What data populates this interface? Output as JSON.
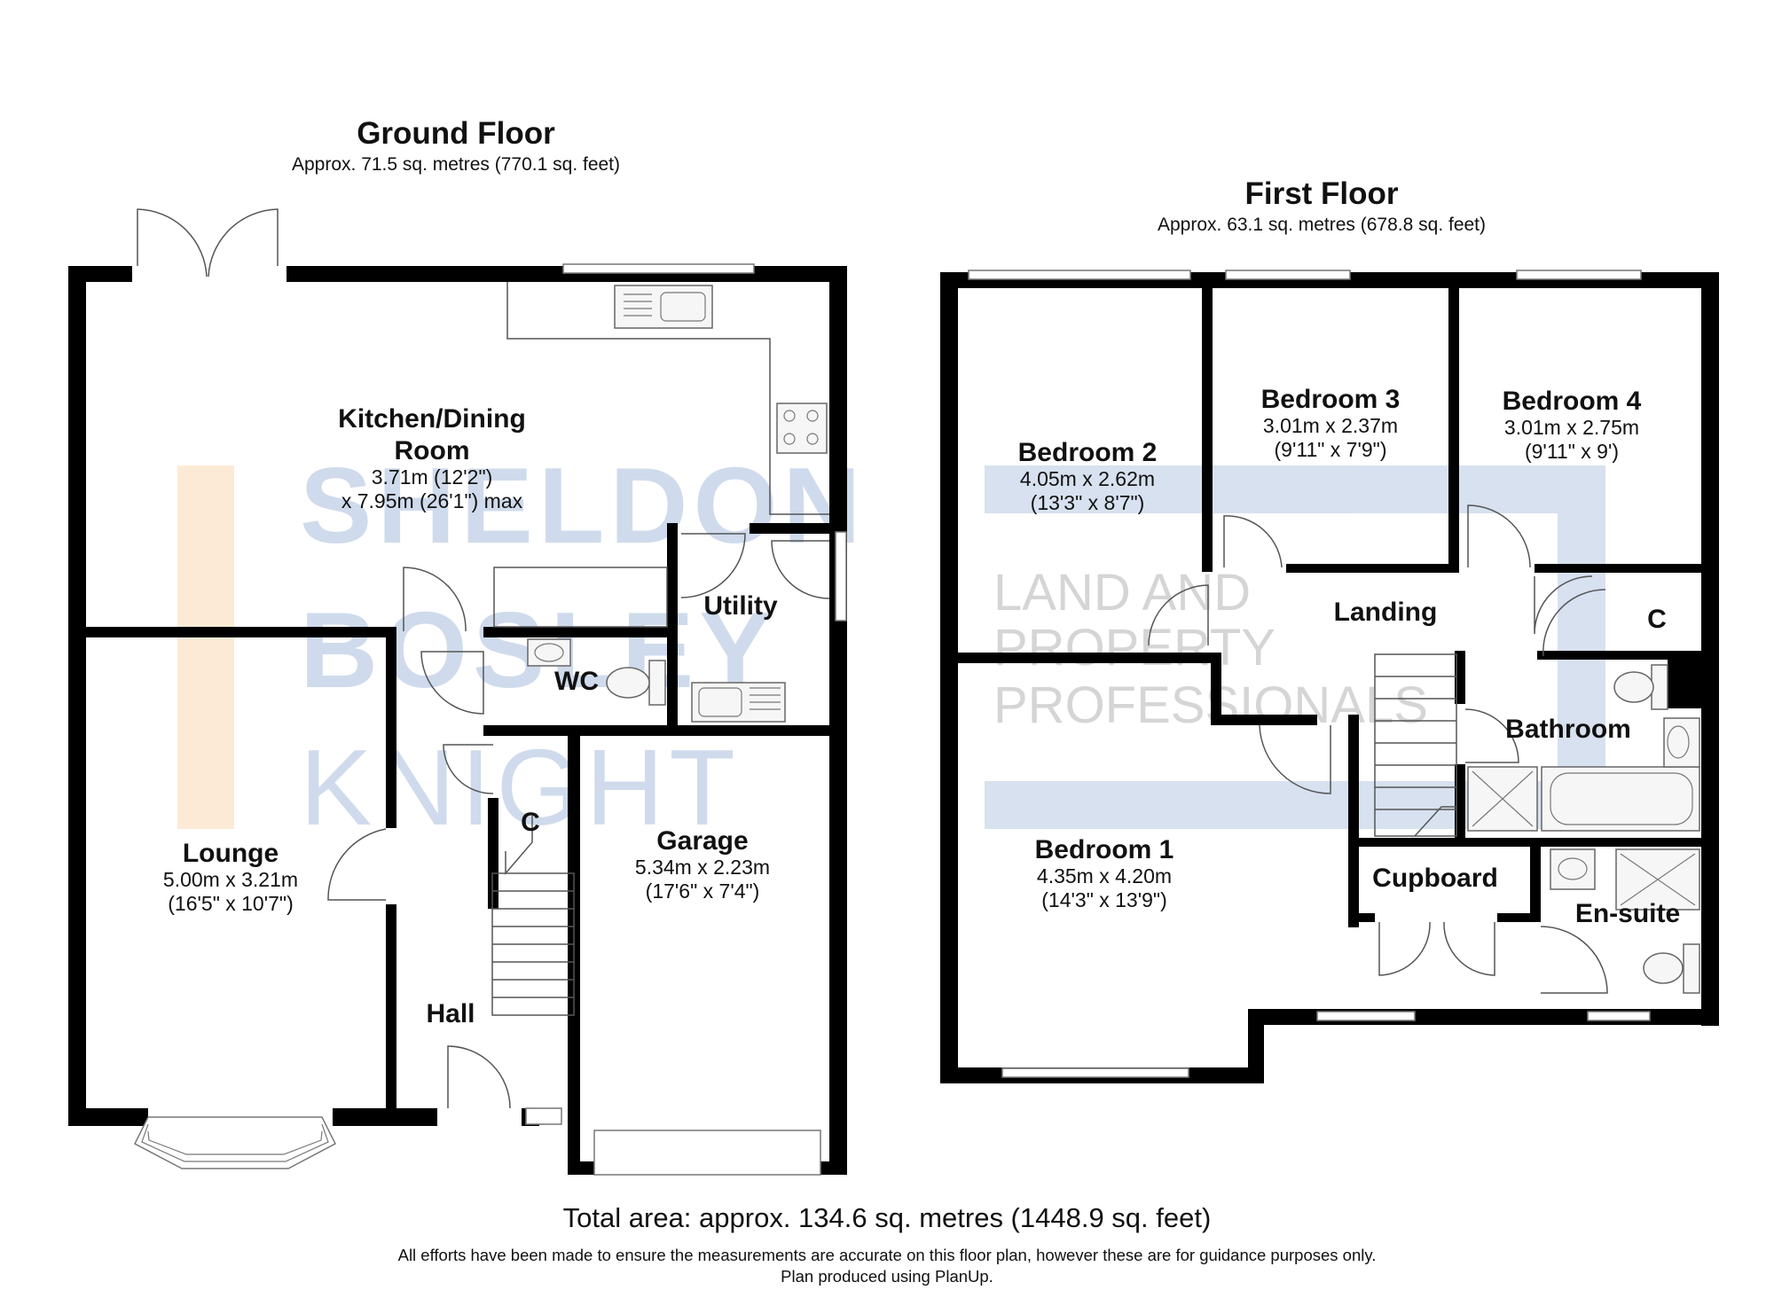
{
  "ground_floor": {
    "title": "Ground Floor",
    "area": "Approx. 71.5 sq. metres (770.1 sq. feet)",
    "rooms": {
      "kitchen": {
        "name_line1": "Kitchen/Dining",
        "name_line2": "Room",
        "dim_line1": "3.71m (12'2\")",
        "dim_line2": "x 7.95m (26'1\") max"
      },
      "utility": {
        "name": "Utility"
      },
      "wc": {
        "name": "WC"
      },
      "lounge": {
        "name": "Lounge",
        "dim_line1": "5.00m x 3.21m",
        "dim_line2": "(16'5\" x 10'7\")"
      },
      "garage": {
        "name": "Garage",
        "dim_line1": "5.34m x 2.23m",
        "dim_line2": "(17'6\" x 7'4\")"
      },
      "hall": {
        "name": "Hall"
      },
      "cupboard_c": {
        "name": "C"
      }
    }
  },
  "first_floor": {
    "title": "First Floor",
    "area": "Approx. 63.1 sq. metres (678.8 sq. feet)",
    "rooms": {
      "bedroom2": {
        "name": "Bedroom 2",
        "dim_line1": "4.05m x 2.62m",
        "dim_line2": "(13'3\" x 8'7\")"
      },
      "bedroom3": {
        "name": "Bedroom 3",
        "dim_line1": "3.01m x 2.37m",
        "dim_line2": "(9'11\" x 7'9\")"
      },
      "bedroom4": {
        "name": "Bedroom 4",
        "dim_line1": "3.01m x 2.75m",
        "dim_line2": "(9'11\" x 9')"
      },
      "landing": {
        "name": "Landing"
      },
      "cupboard_c": {
        "name": "C"
      },
      "bathroom": {
        "name": "Bathroom"
      },
      "bedroom1": {
        "name": "Bedroom 1",
        "dim_line1": "4.35m x 4.20m",
        "dim_line2": "(14'3\" x 13'9\")"
      },
      "cupboard": {
        "name": "Cupboard"
      },
      "ensuite": {
        "name": "En-suite"
      }
    }
  },
  "watermark": {
    "line1": "SHELDON",
    "line2": "BOSLEY",
    "line3": "KNIGHT",
    "tag1": "LAND AND",
    "tag2": "PROPERTY",
    "tag3": "PROFESSIONALS"
  },
  "footer": {
    "total_area": "Total area: approx. 134.6 sq. metres (1448.9 sq. feet)",
    "disclaimer_line1": "All efforts have been made to ensure the measurements are accurate on this floor plan, however these are for guidance purposes only.",
    "disclaimer_line2": "Plan produced using PlanUp."
  },
  "colors": {
    "wall": "#000000",
    "watermark_blue": "#c9d6ea",
    "watermark_orange": "#fbe3c9"
  }
}
